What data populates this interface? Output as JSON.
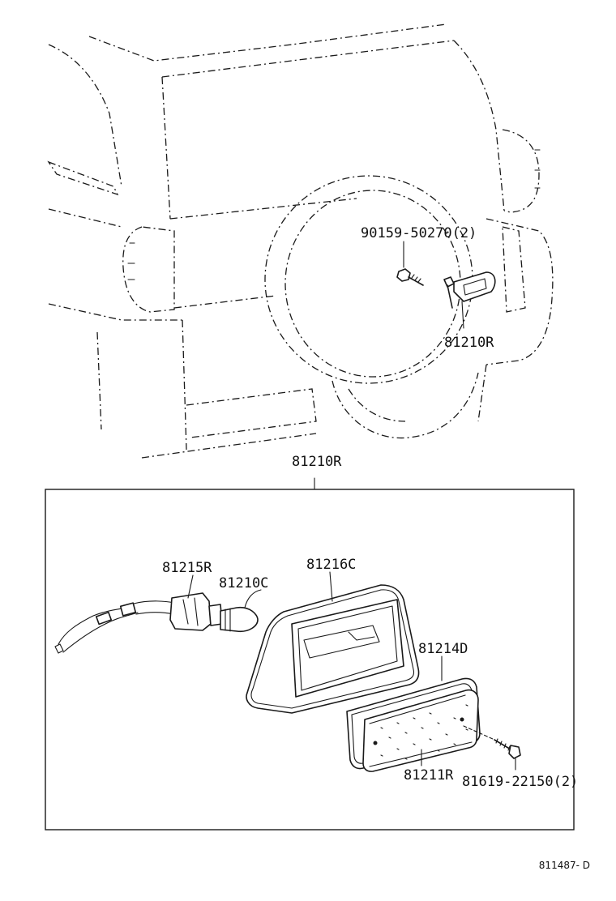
{
  "labels": {
    "top_bolt": "90159-50270(2)",
    "top_lamp": "81210R",
    "assembly_header": "81210R",
    "socket": "81215R",
    "bulb": "81210C",
    "housing": "81216C",
    "gasket": "81214D",
    "lens": "81211R",
    "screw": "81619-22150(2)"
  },
  "footer": {
    "diagram_code": "811487- D"
  }
}
